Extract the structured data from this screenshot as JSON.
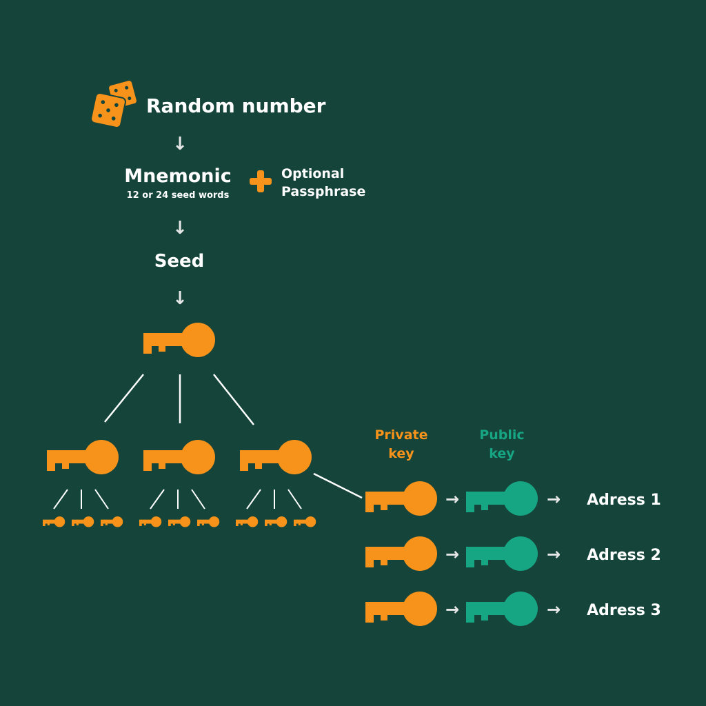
{
  "colors": {
    "background": "#15443a",
    "orange": "#f7931a",
    "green": "#17a683",
    "text": "#ffffff"
  },
  "steps": {
    "random_number": "Random number",
    "mnemonic": "Mnemonic",
    "mnemonic_sub": "12 or 24 seed words",
    "plus": "+",
    "optional_line1": "Optional",
    "optional_line2": "Passphrase",
    "seed": "Seed",
    "arrow_down": "↓"
  },
  "labels": {
    "private_key_1": "Private",
    "private_key_2": "key",
    "public_key_1": "Public",
    "public_key_2": "key",
    "arrow_right": "→"
  },
  "addresses": [
    "Adress 1",
    "Adress 2",
    "Adress 3"
  ]
}
